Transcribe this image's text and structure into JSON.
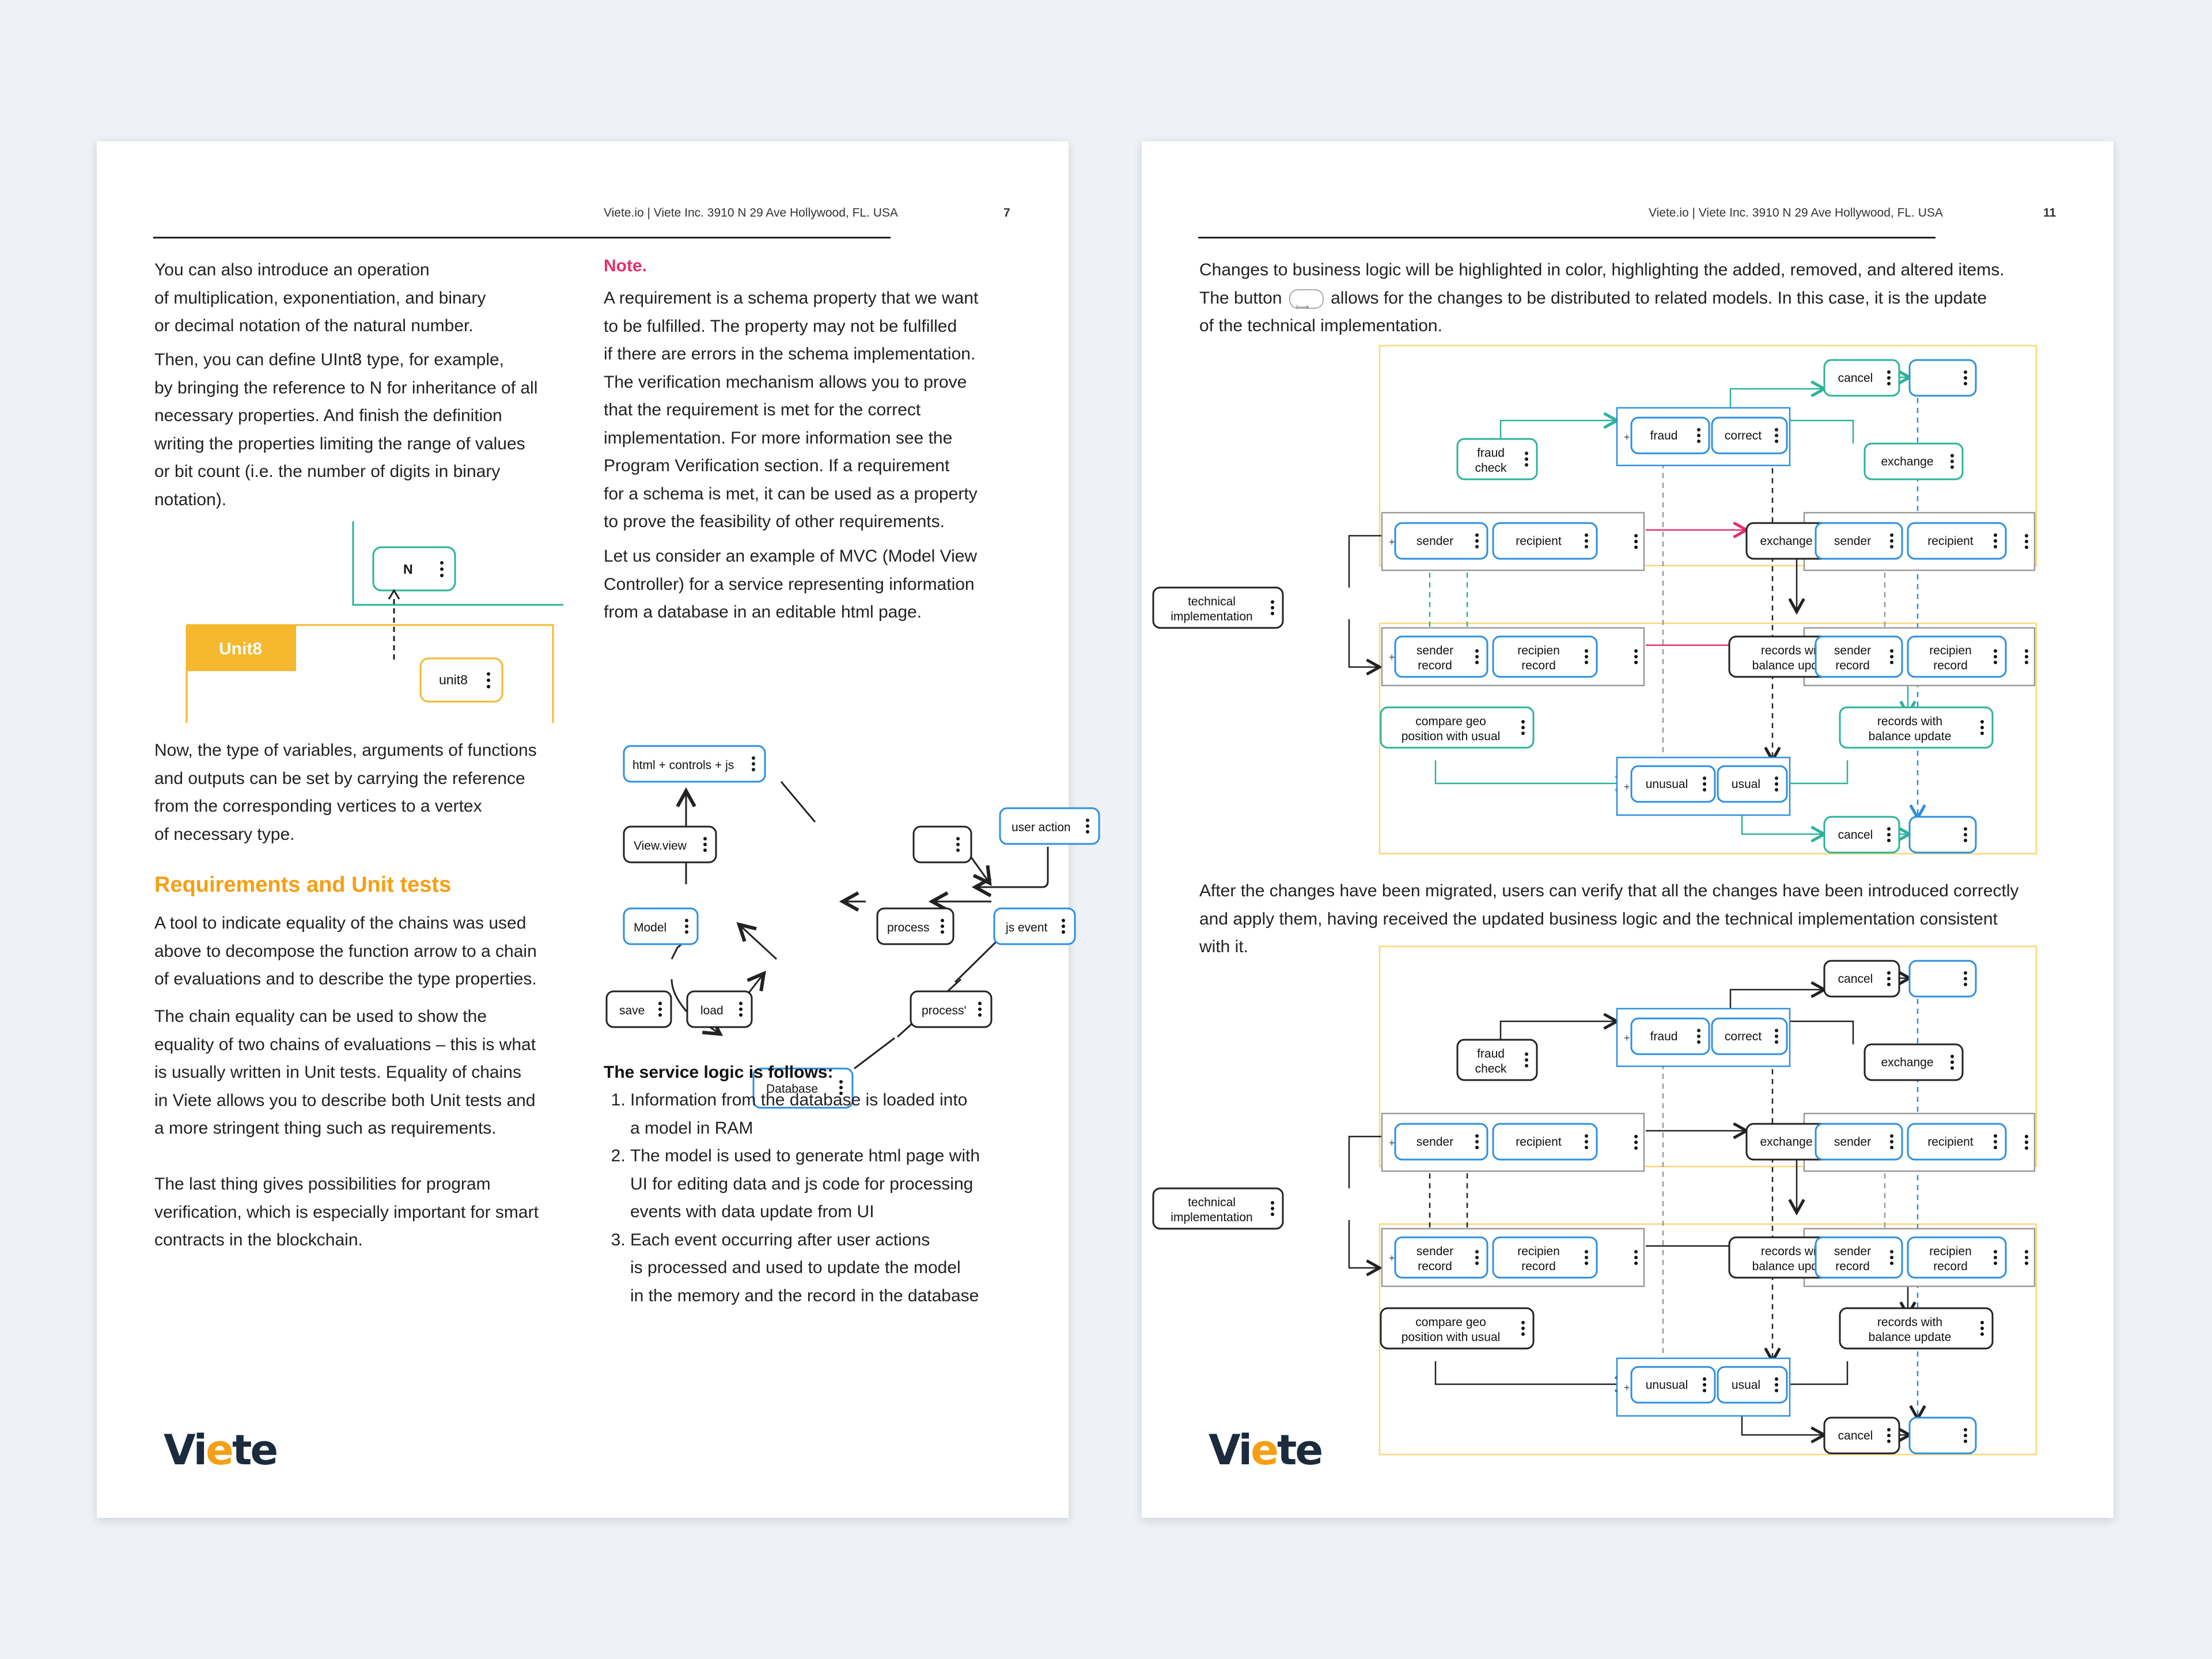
{
  "header": {
    "left_text": "Viete.io | Viete Inc. 3910 N 29 Ave Hollywood, FL. USA",
    "left_page": "7",
    "right_page": "11"
  },
  "left": {
    "para1": "You can also introduce an operation\nof multiplication, exponentiation, and binary\nor decimal notation of the natural number.",
    "para2": "Then, you can define UInt8 type, for example,\nby bringing the reference to N for inheritance of all\nnecessary properties. And finish the definition\nwriting the properties limiting the range of values\nor bit count (i.e. the number of digits in binary\nnotation).",
    "para3": "Now, the type of variables, arguments of functions\nand outputs can be set by carrying the reference\nfrom the corresponding vertices to a vertex\nof necessary type.",
    "section_title": "Requirements and Unit tests",
    "para4": "A tool to indicate equality of the chains was used\nabove to decompose the function arrow to a chain\nof evaluations and to describe the type properties.",
    "para5": "The chain equality can be used to show the\nequality of two chains of evaluations – this is what\nis usually written in Unit tests. Equality of chains\nin Viete allows you to describe both Unit tests and\na more stringent thing such as requirements.",
    "para6": "The last thing gives possibilities for program\nverification, which is especially important for smart\ncontracts in the blockchain.",
    "note_title": "Note.",
    "note_body": "A requirement is a schema property that we want\nto be fulfilled. The property may not be fulfilled\nif there are errors in the schema implementation.\nThe verification mechanism allows you to prove\nthat the requirement is met for the correct\nimplementation. For more information see the\nProgram Verification section. If a requirement\nfor a schema is met, it can be used as a property\nto prove the feasibility of other requirements.",
    "mvc_intro": "Let us consider an example of MVC (Model View\nController) for a service representing information\nfrom a database in an editable html page.",
    "service_title": "The service logic is follows:",
    "service_steps": [
      "Information from the database is loaded into\na model in RAM",
      "The model is used to generate html page with\nUI for editing data and js code for processing\nevents with data update from UI",
      "Each event occurring after user actions\nis processed and used to update the model\nin the memory and the record in the database"
    ],
    "type_diagram": {
      "n": "N",
      "unit8_header": "Unit8",
      "unit8_node": "unit8"
    },
    "mvc_nodes": {
      "html": "html + controls + js",
      "user_action": "user action",
      "view": "View.view",
      "model": "Model",
      "process": "process",
      "js_event": "js event",
      "save": "save",
      "load": "load",
      "process2": "process'",
      "database": "Database"
    }
  },
  "right": {
    "intro_before": "Changes to business logic will be highlighted in color, highlighting the added, removed, and altered items.\nThe button",
    "intro_after": "allows for the changes to be distributed to related models. In this case, it is the update\nof the technical implementation.",
    "after_text": "After the changes have been migrated, users can verify that all the changes have been introduced correctly\nand apply them, having received the updated business logic and the technical implementation consistent\nwith it.",
    "flow_nodes": {
      "cancel": "cancel",
      "fraud": "fraud",
      "correct": "correct",
      "fraud_check_1": "fraud",
      "fraud_check_2": "check",
      "exchange": "exchange",
      "sender": "sender",
      "recipient": "recipient",
      "tech_1": "technical",
      "tech_2": "implementation",
      "sender_record_1": "sender",
      "sender_record_2": "record",
      "recipient_record_1": "recipien",
      "recipient_record_2": "record",
      "records_update_1": "records with",
      "records_update_2": "balance update",
      "compare_1": "compare geo",
      "compare_2": "position with usual",
      "unusual": "unusual",
      "usual": "usual",
      "plus": "+"
    }
  },
  "logo": {
    "text_left": "Vi",
    "text_dot": "e",
    "text_right": "te"
  },
  "colors": {
    "accent_orange": "#f59f14",
    "note_pink": "#e5306b",
    "teal": "#2bb39a",
    "blue": "#2d8fe0",
    "yellow_frame": "#f9d77a",
    "magenta": "#e0306a"
  }
}
